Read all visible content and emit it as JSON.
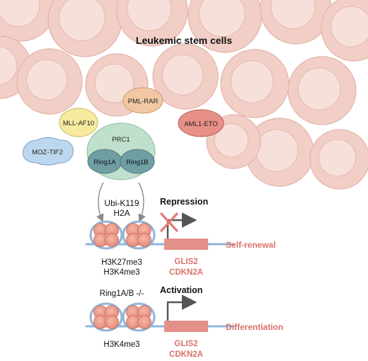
{
  "title": "Leukemic stem cells",
  "fusion_proteins": [
    {
      "label": "PML-RAR",
      "color": "#f2c8a4",
      "stroke": "#c99a73"
    },
    {
      "label": "MLL-AF10",
      "color": "#f6ea9e",
      "stroke": "#c9b95c"
    },
    {
      "label": "AML1-ETO",
      "color": "#e79087",
      "stroke": "#b85f57"
    },
    {
      "label": "MOZ-TIF2",
      "color": "#bdd7ee",
      "stroke": "#7f9fbe"
    }
  ],
  "complex": {
    "label": "PRC1",
    "subunit_a": "Ring1A",
    "subunit_b": "Ring1B"
  },
  "modification": {
    "line1": "Ubi-K119",
    "line2": "H2A"
  },
  "repression_panel": {
    "heading": "Repression",
    "marks": [
      "H3K27me3",
      "H3K4me3"
    ],
    "genes": [
      "GLIS2",
      "CDKN2A"
    ],
    "outcome": "Self-renewal"
  },
  "activation_panel": {
    "condition": "Ring1A/B -/-",
    "heading": "Activation",
    "marks": [
      "H3K4me3"
    ],
    "genes": [
      "GLIS2",
      "CDKN2A"
    ],
    "outcome": "Differentiation"
  },
  "colors": {
    "cell_fill": "#f2cfc6",
    "cell_inner": "#f7e0da",
    "cell_stroke": "#e2b3a8",
    "gene_box": "#e4908a",
    "gene_text": "#d9726b",
    "dna_line": "#8fb5d9",
    "complex_fill": "#bfe0cc",
    "ring_fill": "#6f9fa3"
  }
}
